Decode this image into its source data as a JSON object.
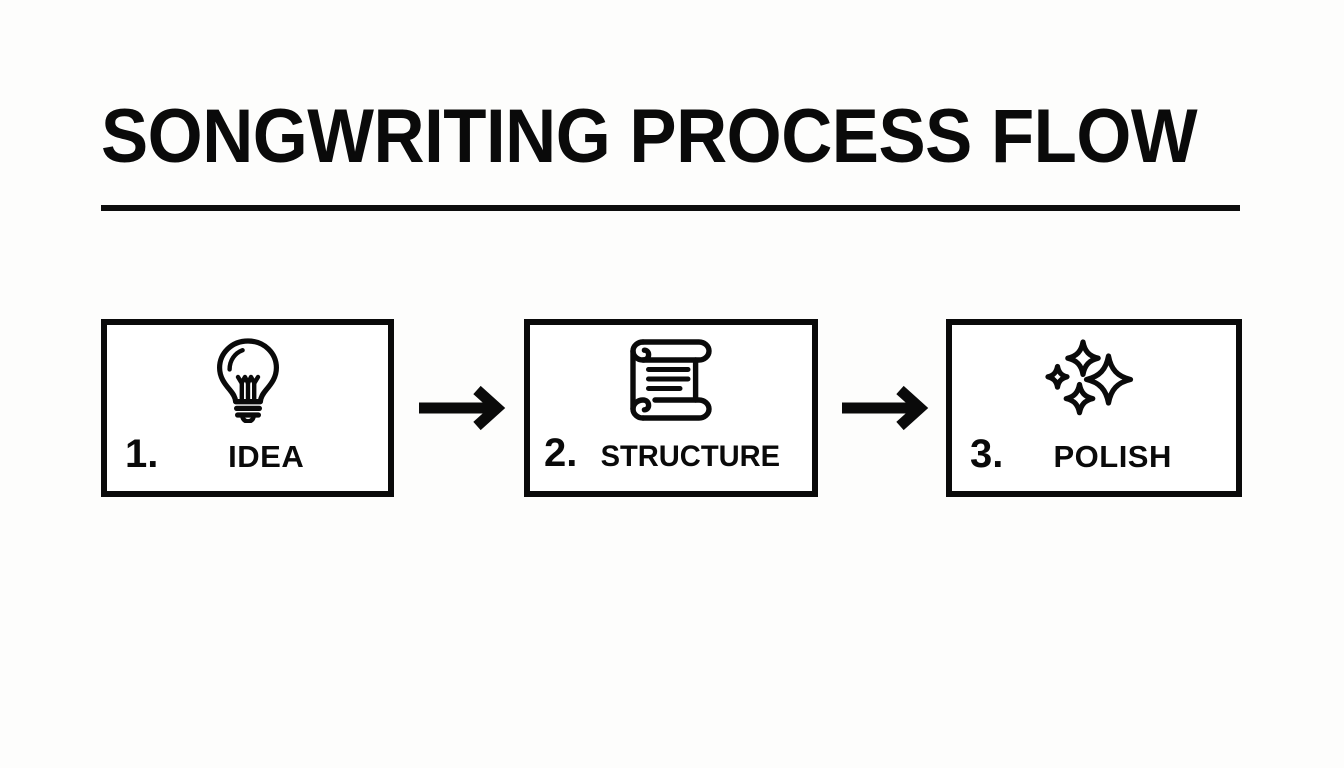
{
  "page": {
    "title": "SONGWRITING PROCESS FLOW",
    "background_color": "#FDFDFC",
    "ink_color": "#0A0A0A"
  },
  "diagram": {
    "type": "process-flow",
    "orientation": "horizontal",
    "step_count": 3,
    "steps": [
      {
        "number": "1.",
        "label": "IDEA",
        "icon": "lightbulb-icon"
      },
      {
        "number": "2.",
        "label": "STRUCTURE",
        "icon": "scroll-icon"
      },
      {
        "number": "3.",
        "label": "POLISH",
        "icon": "sparkles-icon"
      }
    ],
    "connectors": [
      {
        "icon": "arrow-right-icon",
        "from": "1.",
        "to": "2."
      },
      {
        "icon": "arrow-right-icon",
        "from": "2.",
        "to": "3."
      }
    ]
  }
}
